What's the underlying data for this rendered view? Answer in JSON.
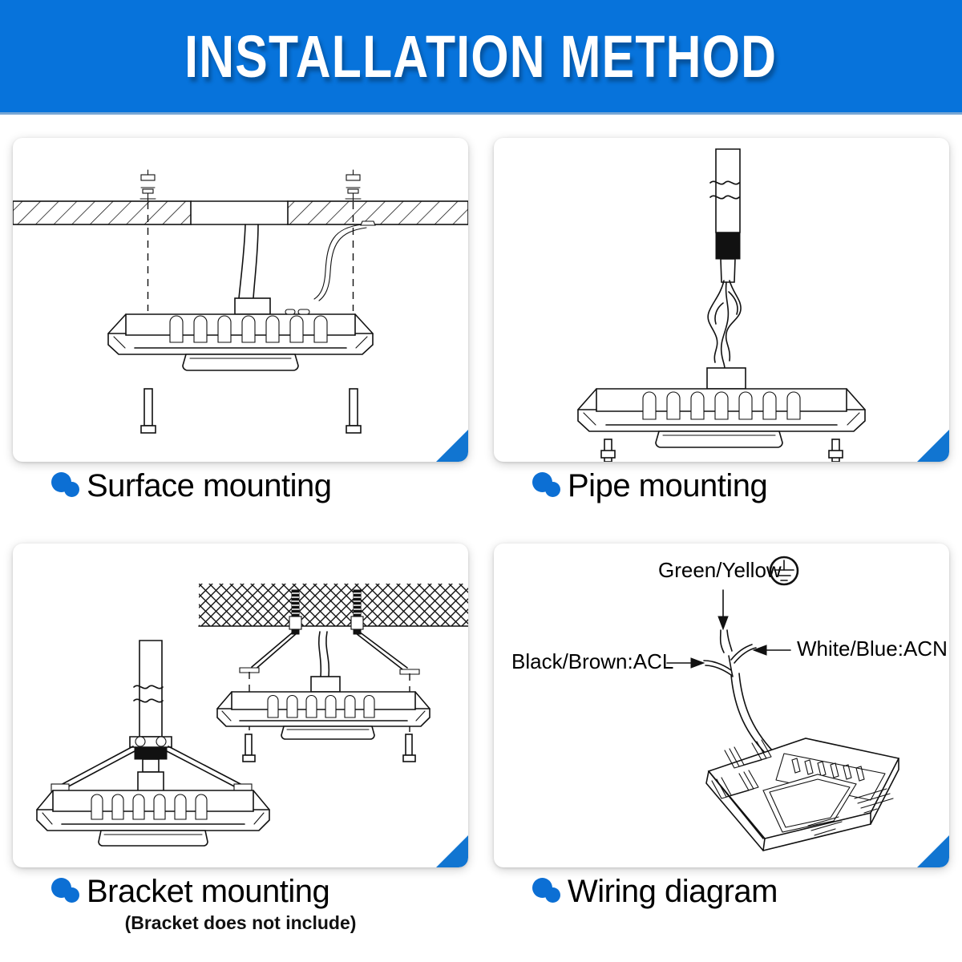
{
  "header": {
    "title": "INSTALLATION METHOD",
    "background_color": "#0773db",
    "text_color": "#ffffff"
  },
  "accent_color": "#0c6fd4",
  "corner_triangle_color": "#1175d1",
  "panels": [
    {
      "id": "surface-mounting",
      "label": "Surface mounting",
      "subcaption": "",
      "bullet_icon": "two-circles-icon"
    },
    {
      "id": "pipe-mounting",
      "label": "Pipe mounting",
      "subcaption": "",
      "bullet_icon": "two-circles-icon"
    },
    {
      "id": "bracket-mounting",
      "label": "Bracket mounting",
      "subcaption": "(Bracket does not include)",
      "bullet_icon": "two-circles-icon"
    },
    {
      "id": "wiring-diagram",
      "label": "Wiring diagram",
      "subcaption": "",
      "bullet_icon": "two-circles-icon"
    }
  ],
  "wiring": {
    "ground_label": "Green/Yellow",
    "ground_symbol": "protective-earth-icon",
    "live_label": "Black/Brown:ACL",
    "neutral_label": "White/Blue:ACN"
  }
}
